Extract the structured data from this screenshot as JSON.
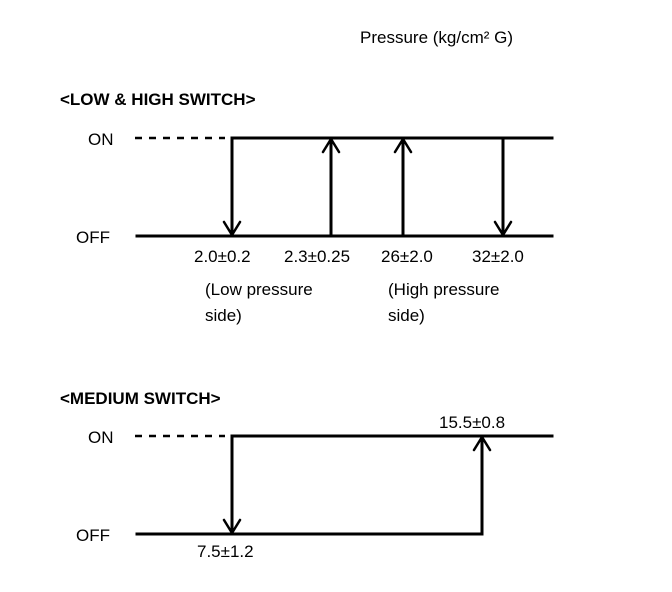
{
  "header": {
    "units": "Pressure (kg/cm² G)"
  },
  "low_high": {
    "title": "<LOW & HIGH SWITCH>",
    "on_label": "ON",
    "off_label": "OFF",
    "thresholds": [
      "2.0±0.2",
      "2.3±0.25",
      "26±2.0",
      "32±2.0"
    ],
    "low_side_line1": "(Low pressure",
    "low_side_line2": "side)",
    "high_side_line1": "(High pressure",
    "high_side_line2": "side)"
  },
  "medium": {
    "title": "<MEDIUM SWITCH>",
    "on_label": "ON",
    "off_label": "OFF",
    "threshold_on": "15.5±0.8",
    "threshold_off": "7.5±1.2"
  }
}
